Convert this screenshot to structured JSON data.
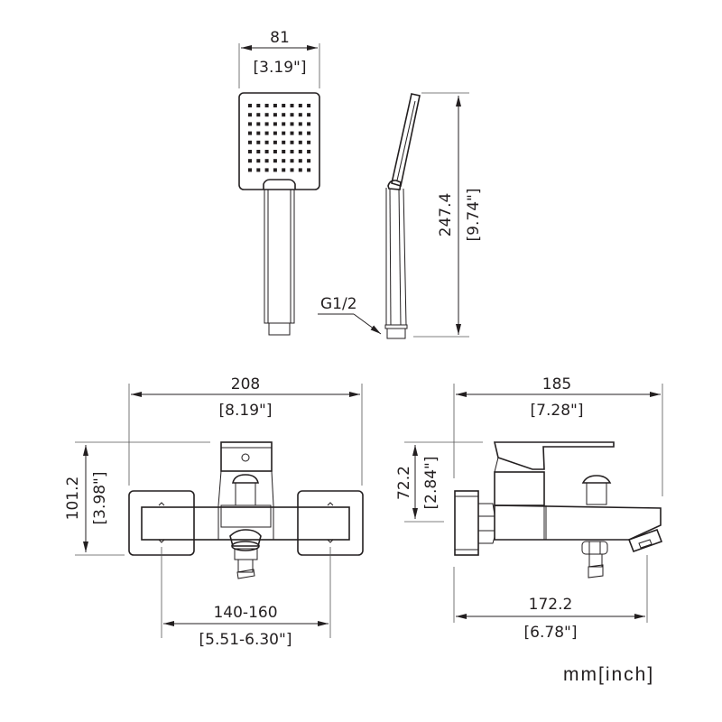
{
  "units_label": "mm[inch]",
  "colors": {
    "line": "#231f20",
    "background": "#ffffff"
  },
  "hand_shower_front": {
    "width_mm": "81",
    "width_in": "[3.19\"]"
  },
  "hand_shower_side": {
    "height_mm": "247.4",
    "height_in": "[9.74\"]",
    "thread_label": "G1/2"
  },
  "mixer_front": {
    "width_mm": "208",
    "width_in": "[8.19\"]",
    "height_mm": "101.2",
    "height_in": "[3.98\"]",
    "centers_mm": "140-160",
    "centers_in": "[5.51-6.30\"]"
  },
  "mixer_side": {
    "depth_mm": "185",
    "depth_in": "[7.28\"]",
    "height_mm": "72.2",
    "height_in": "[2.84\"]",
    "spout_mm": "172.2",
    "spout_in": "[6.78\"]"
  }
}
